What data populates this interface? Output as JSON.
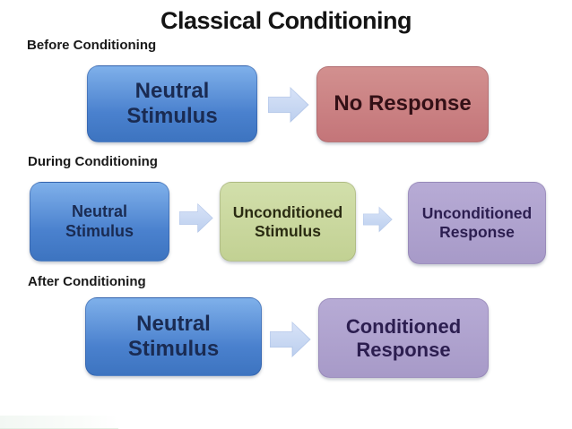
{
  "title": "Classical Conditioning",
  "colors": {
    "blue_top": "#7fb0ea",
    "blue_mid": "#4a81ce",
    "blue_bottom": "#3d74c0",
    "blue_text": "#1a2b52",
    "red_top": "#d2908f",
    "red_bottom": "#c47579",
    "red_text": "#331016",
    "green_top": "#d2dfab",
    "green_bottom": "#c2d193",
    "green_text": "#2a2b12",
    "purple_top": "#b7abd5",
    "purple_bottom": "#a79ac8",
    "purple_text": "#2c1e50",
    "arrow_top": "#d8e3f8",
    "arrow_bottom": "#bccfee",
    "background": "#ffffff",
    "title_text": "#141414"
  },
  "sections": [
    {
      "label": "Before Conditioning",
      "boxes": [
        {
          "color": "blue",
          "lines": [
            "Neutral",
            "Stimulus"
          ]
        },
        {
          "color": "red",
          "lines": [
            "No Response"
          ]
        }
      ]
    },
    {
      "label": "During Conditioning",
      "boxes": [
        {
          "color": "blue",
          "lines": [
            "Neutral",
            "Stimulus"
          ]
        },
        {
          "color": "green",
          "lines": [
            "Unconditioned",
            "Stimulus"
          ]
        },
        {
          "color": "purple",
          "lines": [
            "Unconditioned",
            "Response"
          ]
        }
      ]
    },
    {
      "label": "After Conditioning",
      "boxes": [
        {
          "color": "blue",
          "lines": [
            "Neutral",
            "Stimulus"
          ]
        },
        {
          "color": "purple",
          "lines": [
            "Conditioned",
            "Response"
          ]
        }
      ]
    }
  ]
}
